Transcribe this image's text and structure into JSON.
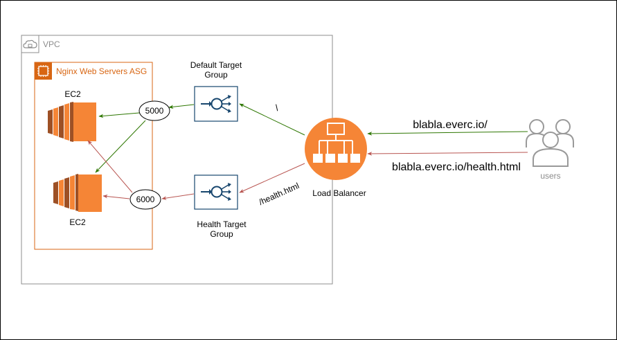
{
  "vpc": {
    "label": "VPC"
  },
  "asg": {
    "label": "Nginx Web Servers ASG"
  },
  "ec2_top": {
    "label": "EC2"
  },
  "ec2_bottom": {
    "label": "EC2"
  },
  "port_top": {
    "label": "5000"
  },
  "port_bottom": {
    "label": "6000"
  },
  "default_tg": {
    "line1": "Default Target",
    "line2": "Group"
  },
  "health_tg": {
    "line1": "Health Target",
    "line2": "Group"
  },
  "load_balancer": {
    "label": "Load Balancer"
  },
  "route_default": {
    "label": "/"
  },
  "route_health": {
    "label": "/health.html"
  },
  "url_default": {
    "label": "blabla.everc.io/"
  },
  "url_health": {
    "label": "blabla.everc.io/health.html"
  },
  "users": {
    "label": "users"
  },
  "colors": {
    "asg_border": "#d86613",
    "ec2_orange": "#f58536",
    "ec2_dark": "#9d5025",
    "lb_orange": "#f58536",
    "tg_blue": "#16456d",
    "green_arrow": "#2d7600",
    "red_arrow": "#b85450",
    "vpc_grey": "#8c8c8c"
  }
}
